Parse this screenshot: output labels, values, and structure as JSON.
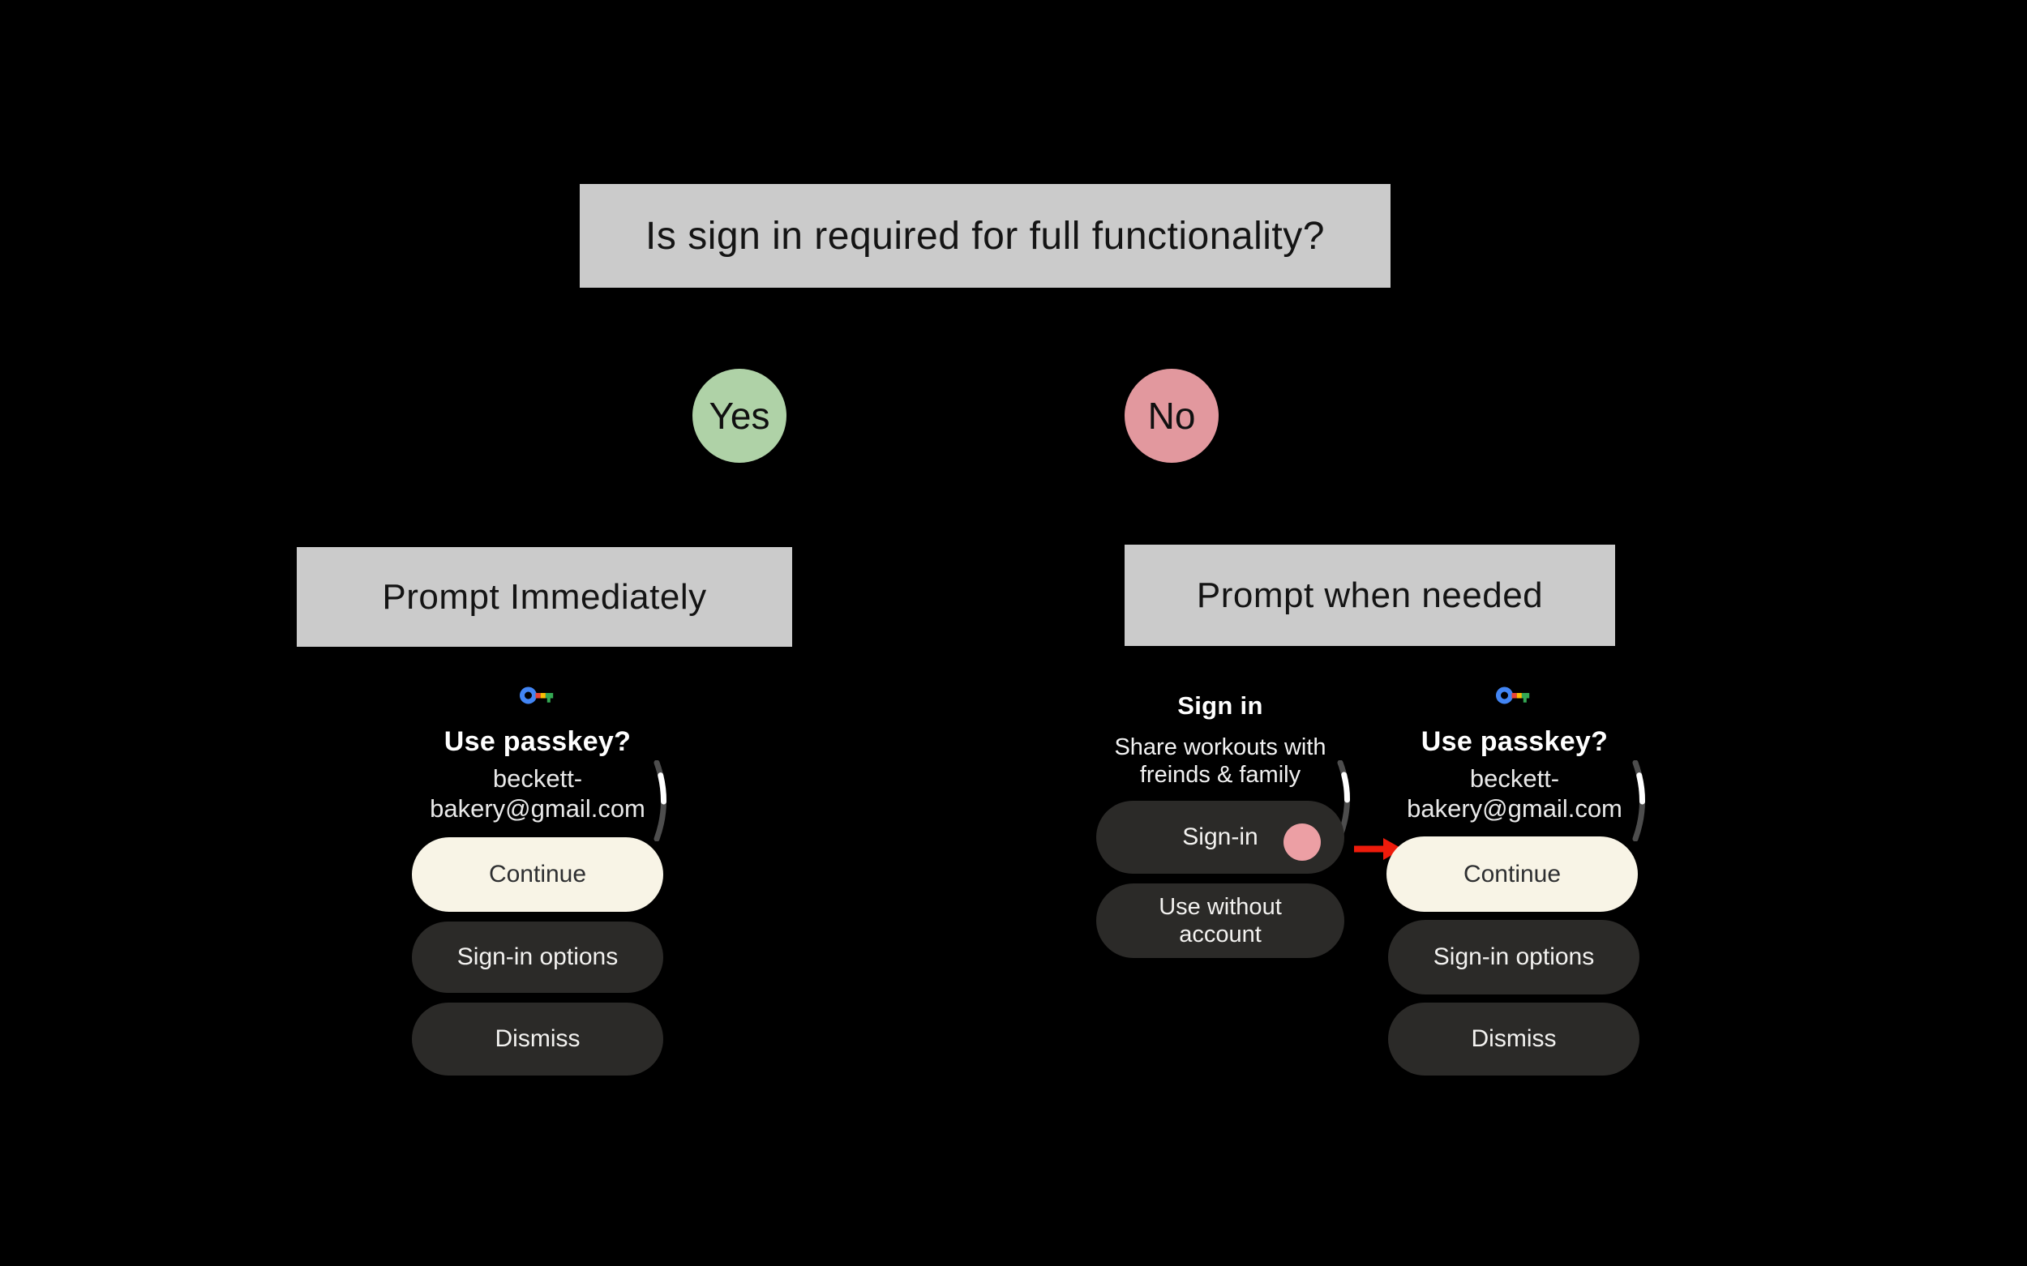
{
  "diagram": {
    "question": "Is sign in required for full functionality?",
    "yes": "Yes",
    "no": "No",
    "branch_immediate": "Prompt Immediately",
    "branch_when_needed": "Prompt when needed"
  },
  "passkey_screen": {
    "icon": "google-passkey-key-icon",
    "title": "Use passkey?",
    "account_line1": "beckett-",
    "account_line2": "bakery@gmail.com",
    "buttons": {
      "continue": "Continue",
      "signin_options": "Sign-in options",
      "dismiss": "Dismiss"
    }
  },
  "signin_screen": {
    "title": "Sign in",
    "subtitle_line1": "Share workouts with",
    "subtitle_line2": "freinds & family",
    "buttons": {
      "signin": "Sign-in",
      "use_without_line1": "Use without",
      "use_without_line2": "account"
    }
  },
  "colors": {
    "background": "#000000",
    "node_box_gray": "#CBCBCB",
    "yes_green": "#AFD2A7",
    "no_pink": "#E2989E",
    "primary_button_cream": "#F8F4E6",
    "secondary_button_dark": "#2B2A28",
    "tap_dot_pink": "#EC9FA4",
    "arrow_red": "#EE1B0B",
    "passkey_blue": "#4285F4",
    "passkey_red": "#EA4335",
    "passkey_yellow": "#FBBC04",
    "passkey_green": "#34A853"
  }
}
